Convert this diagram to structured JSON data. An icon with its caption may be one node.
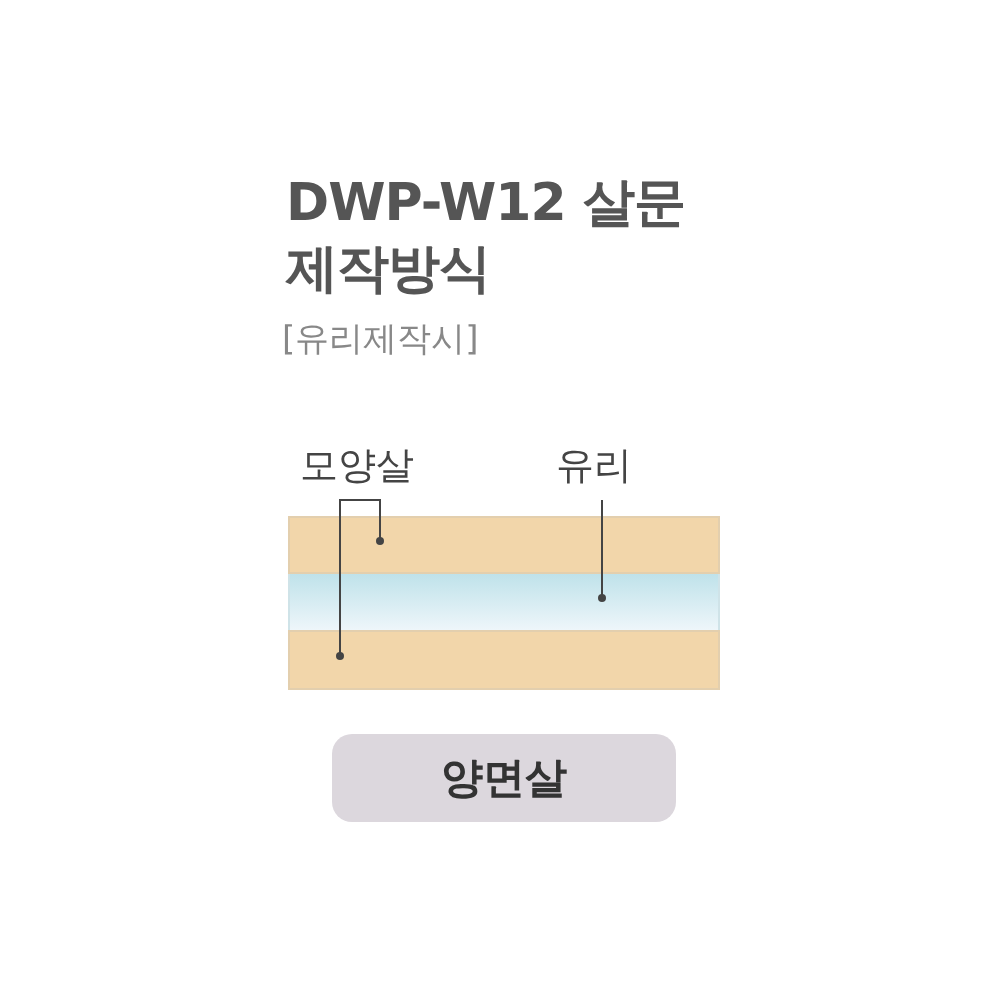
{
  "diagram": {
    "title": "DWP-W12 살문 제작방식",
    "nodes": [
      {
        "text": [
          "모양살"
        ]
      },
      {
        "text": [
          "유리"
        ]
      },
      {
        "text": [],
        "shape": "bar"
      },
      {
        "text": [],
        "shape": "bar"
      },
      {
        "text": [],
        "shape": "bar"
      },
      {
        "text": [
          "양면살"
        ]
      }
    ],
    "edges": [
      {
        "from": 0,
        "to": 2,
        "arrow": "other"
      },
      {
        "from": 0,
        "to": 4,
        "arrow": "other"
      },
      {
        "from": 1,
        "to": 3,
        "arrow": "other"
      }
    ],
    "labels": [
      "[유리제작시]"
    ]
  }
}
